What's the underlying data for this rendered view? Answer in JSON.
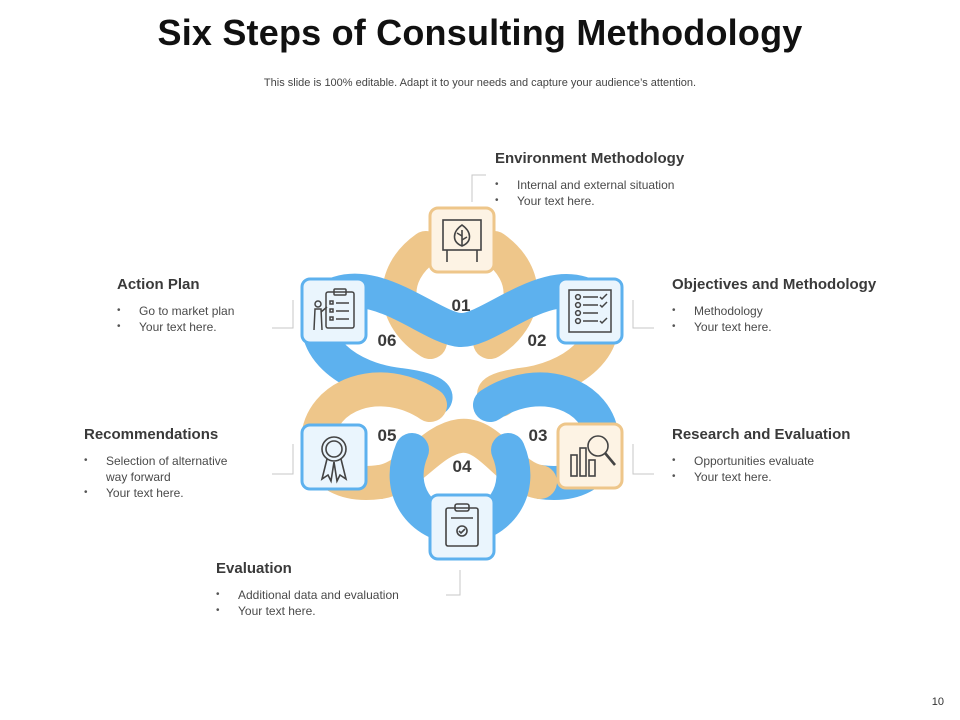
{
  "slide": {
    "title": "Six Steps of Consulting Methodology",
    "subtitle": "This slide is 100% editable. Adapt it to your needs and capture your audience’s attention.",
    "page_number": "10"
  },
  "colors": {
    "orange": "#eec68a",
    "blue": "#5db1ee",
    "icon_orange_fill": "#fdf3e4",
    "icon_blue_fill": "#eaf5fd"
  },
  "steps": [
    {
      "number": "01",
      "title": "Environment Methodology",
      "bullets": [
        "Internal  and external  situation",
        "Your text here."
      ],
      "icon": "leaf-board-icon"
    },
    {
      "number": "02",
      "title": "Objectives and Methodology",
      "bullets": [
        "Methodology",
        "Your text here."
      ],
      "icon": "checklist-icon"
    },
    {
      "number": "03",
      "title": "Research and Evaluation",
      "bullets": [
        "Opportunities  evaluate",
        "Your text here."
      ],
      "icon": "bar-chart-magnifier-icon"
    },
    {
      "number": "04",
      "title": "Evaluation",
      "bullets": [
        "Additional  data and evaluation",
        "Your text here."
      ],
      "icon": "clipboard-check-icon"
    },
    {
      "number": "05",
      "title": "Recommendations",
      "bullets": [
        "Selection  of alternative way forward",
        "Your text here."
      ],
      "icon": "award-ribbon-icon"
    },
    {
      "number": "06",
      "title": "Action Plan",
      "bullets": [
        "Go to market plan",
        "Your text here."
      ],
      "icon": "presenter-board-icon"
    }
  ]
}
